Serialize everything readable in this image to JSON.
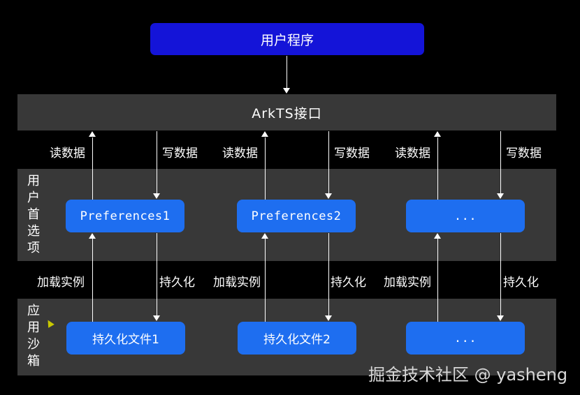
{
  "top": {
    "label": "用户程序"
  },
  "api_bar": {
    "label": "ArkTS接口"
  },
  "io_labels": {
    "read": [
      "读数据",
      "读数据",
      "读数据"
    ],
    "write": [
      "写数据",
      "写数据",
      "写数据"
    ]
  },
  "prefs_band": {
    "side_label": [
      "用",
      "户",
      "首",
      "选",
      "项"
    ],
    "boxes": [
      "Preferences1",
      "Preferences2",
      "..."
    ]
  },
  "load_labels": {
    "load": [
      "加载实例",
      "加载实例",
      "加载实例"
    ],
    "persist": [
      "持久化",
      "持久化",
      "持久化"
    ]
  },
  "sandbox_band": {
    "side_label": [
      "应",
      "用",
      "沙",
      "箱"
    ],
    "boxes": [
      "持久化文件1",
      "持久化文件2",
      "..."
    ]
  },
  "watermark": "掘金技术社区 @ yasheng",
  "colors": {
    "background": "#000000",
    "band": "#383838",
    "top_box": "#1414d8",
    "blue_box": "#1e6ef0"
  }
}
